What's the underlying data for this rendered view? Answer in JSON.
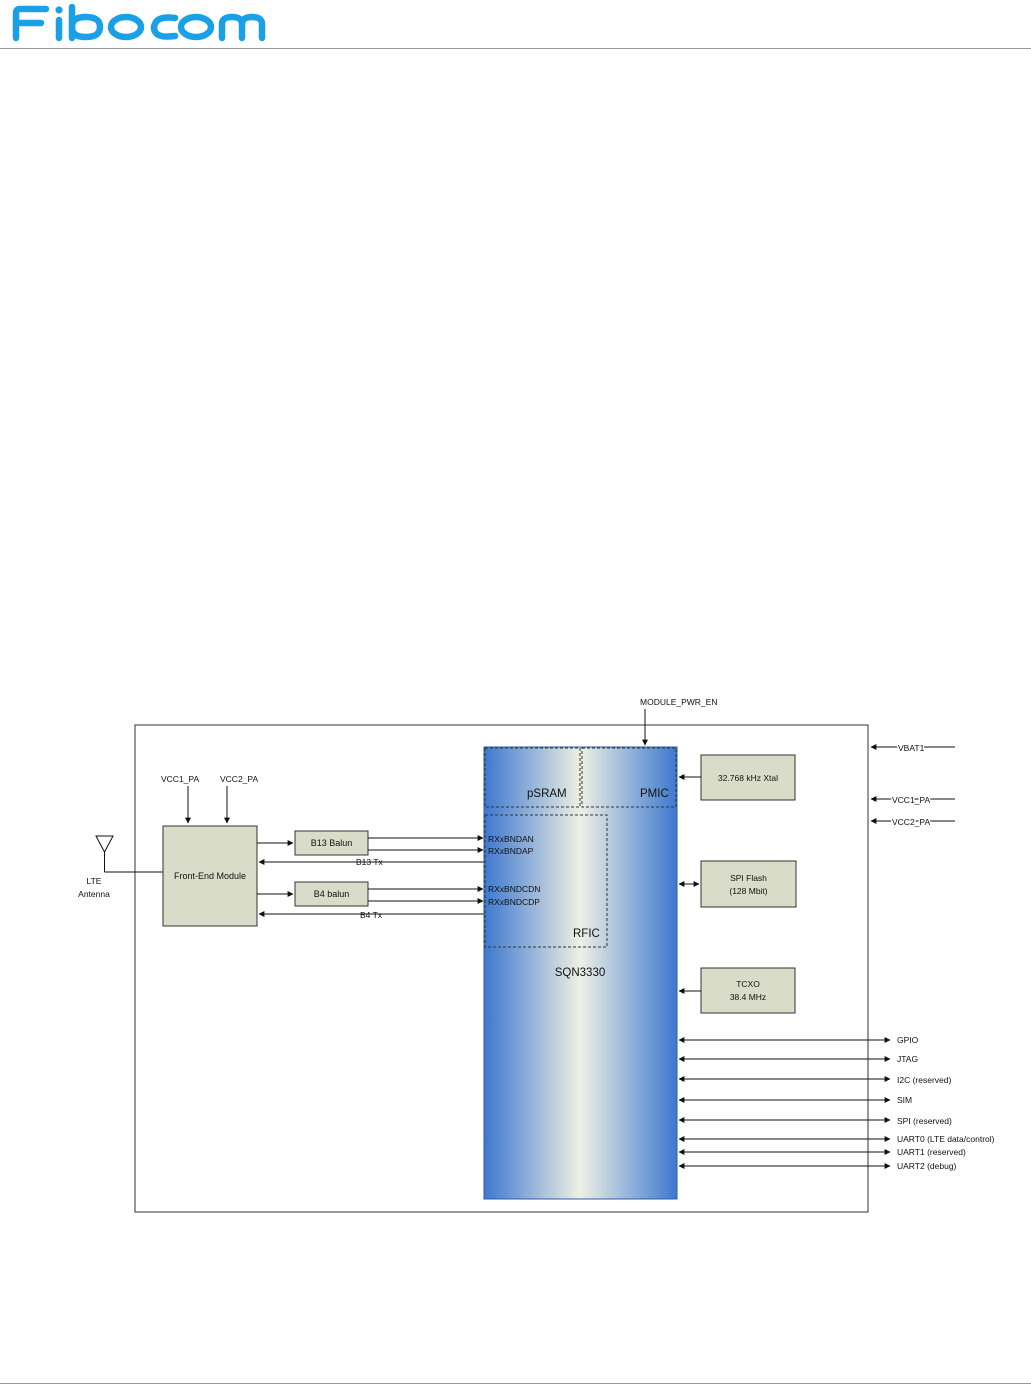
{
  "header": {
    "logo_text": "Fibocom",
    "logo_color": "#1aa0e6"
  },
  "diagram": {
    "power_in": "MODULE_PWR_EN",
    "vcc1_pa": "VCC1_PA",
    "vcc2_pa": "VCC2_PA",
    "antenna": [
      "LTE",
      "Antenna"
    ],
    "front_end": "Front-End Module",
    "b13_balun": "B13 Balun",
    "b4_balun": "B4 balun",
    "b13_tx": "B13 Tx",
    "b4_tx": "B4 Tx",
    "rx_lines": [
      "RXxBNDAN",
      "RXxBNDAP",
      "RXxBNDCDN",
      "RXxBNDCDP"
    ],
    "psram": "pSRAM",
    "pmic": "PMIC",
    "rfic": "RFIC",
    "chip": "SQN3330",
    "xtal": "32.768 kHz Xtal",
    "spi_flash": [
      "SPI Flash",
      "(128 Mbit)"
    ],
    "tcxo": [
      "TCXO",
      "38.4 MHz"
    ],
    "supply_inputs": [
      "VBAT1",
      "VCC1_PA",
      "VCC2_PA"
    ],
    "interfaces": [
      "GPIO",
      "JTAG",
      "I2C (reserved)",
      "SIM",
      "SPI (reserved)",
      "UART0 (LTE data/control)",
      "UART1 (reserved)",
      "UART2 (debug)"
    ],
    "colors": {
      "block_fill": "#d9dcc8",
      "chip_edge": "#3d78cf",
      "chip_center": "#eef0e4"
    }
  }
}
